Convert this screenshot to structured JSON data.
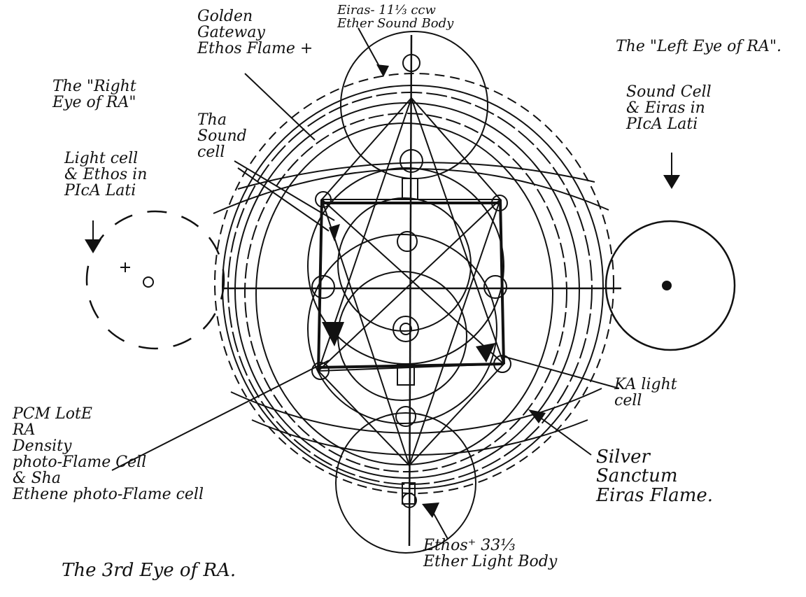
{
  "diagram": {
    "labels": {
      "golden_gateway": "Golden\nGateway\nEthos Flame +",
      "eiras_11": "Eiras- 11⅓ ccw\nEther Sound Body",
      "left_eye": "The \"Left Eye of RA\".",
      "right_eye": "The \"Right\nEye of RA\"",
      "tha_sound_cell": "Tha\nSound\ncell",
      "sound_cell": "Sound Cell\n& Eiras in\nPIcA Lati",
      "light_cell": "Light cell\n& Ethos in\nPIcA Lati",
      "ka_light_cell": "KA light\ncell",
      "pcm": "PCM LotE\nRA\nDensity\nphoto-Flame Cell\n& Sha\nEthene photo-Flame cell",
      "third_eye": "The 3rd Eye of RA.",
      "silver_sanctum": "Silver\nSanctum\nEiras Flame.",
      "ethos_33": "Ethos⁺ 33⅓\nEther Light Body"
    },
    "colors": {
      "ink": "#111111",
      "paper": "#ffffff"
    }
  }
}
